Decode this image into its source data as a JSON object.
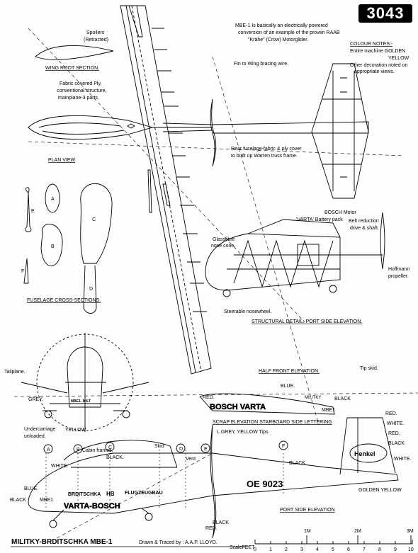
{
  "plan_number": "3043",
  "intro_note": {
    "line1": "MBE-1  Is basically an electrically powered",
    "line2": "conversion of an example of the proven RAAB",
    "line3": "\"Krähe\" (Crow) Motorglider."
  },
  "colour_notes": {
    "heading": "COLOUR NOTES:-",
    "line1": "Entire machine GOLDEN",
    "line1b": "YELLOW",
    "line2": "Other decoration noted on",
    "line3": "appropriate views."
  },
  "views": {
    "wing_root_section": "WING ROOT SECTION.",
    "plan_view": "PLAN VIEW",
    "fuselage_cross_sections": "FUSELAGE CROSS-SECTIONS.",
    "structural_detail": "STRUCTURAL DETAIL: PORT SIDE ELEVATION.",
    "half_front_elevation": "HALF FRONT ELEVATION.",
    "scrap_elevation": "SCRAP ELEVATION  STARBOARD SIDE LETTERING",
    "port_side_elevation": "PORT SIDE ELEVATION"
  },
  "callouts": {
    "spoilers": "Spoilers",
    "spoilers_sub": "(Retracted)",
    "fabric1": "Fabric covered Ply,",
    "fabric2": "conventional structure,",
    "fabric3": "mainplane-3 parts.",
    "fin_wire": "Fin to Wing bracing wire.",
    "rear_fus1": "Rear fuselage-fabric & ply cover",
    "rear_fus2": "to built up Warren truss frame.",
    "glassfibre1": "Glassfibre",
    "glassfibre2": "nose cone.",
    "varta_battery": "'VARTA' Battery pack",
    "bosch_motor": "BOSCH Motor",
    "belt1": "Belt reduction",
    "belt2": "drive & shaft.",
    "hoffmann1": "Hoffmann",
    "hoffmann2": "propeller.",
    "nosewheel": "Steerable nosewheel.",
    "tailplane": "Tailplane.",
    "tip_skid": "Tip skid.",
    "grey": "GREY.",
    "undercarriage1": "Undercarriage",
    "undercarriage2": "unloaded.",
    "yellow": "YELLOW",
    "blue": "BLUE.",
    "red": "RED.",
    "black": "BLACK",
    "white": "WHITE.",
    "mbe1": "MBE1",
    "light_grey": "L.GREY, YELLOW Tips.",
    "cabin_frames": "Cabin frames,",
    "cabin_black": "BLACK.",
    "skid": "Skid",
    "vent": "Vent",
    "golden_yellow": "GOLDEN YELLOW",
    "henkel": "Henkel",
    "registration": "OE 9023"
  },
  "lettering": {
    "bosch_varta": "BOSCH VARTA",
    "varta_bosch": "VARTA-BOSCH",
    "brditschka": "BRDITSCHKA",
    "hb": "HB",
    "flugzeugbau": "FLUGZEUGBAU",
    "militky": "MILITKY",
    "mbe1_nose": "MBE1. MILT"
  },
  "section_markers": [
    "A",
    "B",
    "C",
    "D",
    "E",
    "F"
  ],
  "title": {
    "name": "MILITKY-BRDITSCHKA  MBE-1",
    "credit": "Drawn & Traced by : A.A.P. LLOYD."
  },
  "scale": {
    "label": "ScaleFEET",
    "major": [
      "1M",
      "2M",
      "3M"
    ],
    "ticks": [
      "0",
      "1",
      "2",
      "3",
      "4",
      "5",
      "6",
      "7",
      "8",
      "9",
      "10"
    ]
  }
}
